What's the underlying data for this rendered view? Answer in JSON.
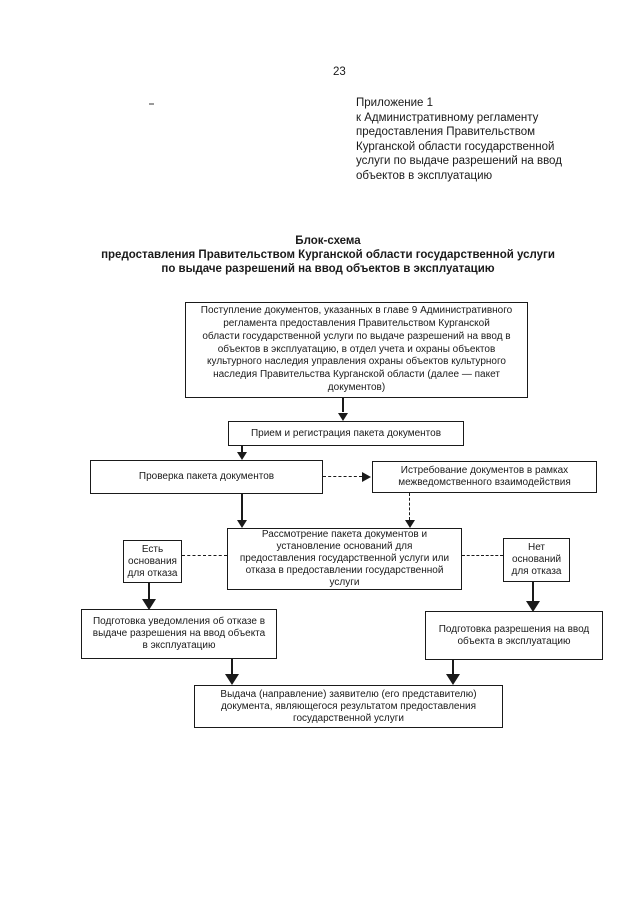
{
  "page": {
    "number": "23",
    "appendix_note": [
      "Приложение 1",
      "к Административному регламенту",
      "предоставления Правительством",
      "Курганской области государственной",
      "услуги по выдаче разрешений на ввод",
      "объектов в эксплуатацию"
    ],
    "title": [
      "Блок-схема",
      "предоставления Правительством Курганской области государственной услуги",
      "по выдаче разрешений на ввод объектов в эксплуатацию"
    ]
  },
  "flowchart": {
    "box_receipt": [
      "Поступление документов, указанных в главе 9 Административного",
      "регламента предоставления Правительством Курганской",
      "области государственной услуги по выдаче разрешений на ввод в",
      "объектов в эксплуатацию, в отдел учета и охраны объектов",
      "культурного наследия управления охраны объектов культурного",
      "наследия Правительства Курганской области (далее — пакет",
      "документов)"
    ],
    "box_registration": [
      "Прием и регистрация пакета документов"
    ],
    "box_check": [
      "Проверка пакета документов"
    ],
    "box_interagency": [
      "Истребование документов в рамках",
      "межведомственного взаимодействия"
    ],
    "box_review": [
      "Рассмотрение пакета документов и",
      "установление оснований для",
      "предоставления государственной услуги или",
      "отказа в предоставлении государственной",
      "услуги"
    ],
    "box_grounds_yes": [
      "Есть",
      "основания",
      "для отказа"
    ],
    "box_grounds_no": [
      "Нет",
      "оснований",
      "для отказа"
    ],
    "box_refusal_notice": [
      "Подготовка уведомления об отказе в",
      "выдаче разрешения на ввод объекта",
      "в эксплуатацию"
    ],
    "box_permit": [
      "Подготовка разрешения на ввод",
      "объекта в эксплуатацию"
    ],
    "box_issue_result": [
      "Выдача (направление) заявителю (его представителю)",
      "документа, являющегося результатом предоставления",
      "государственной услуги"
    ]
  },
  "colors": {
    "ink": "#1a1a1a",
    "paper": "#ffffff"
  }
}
